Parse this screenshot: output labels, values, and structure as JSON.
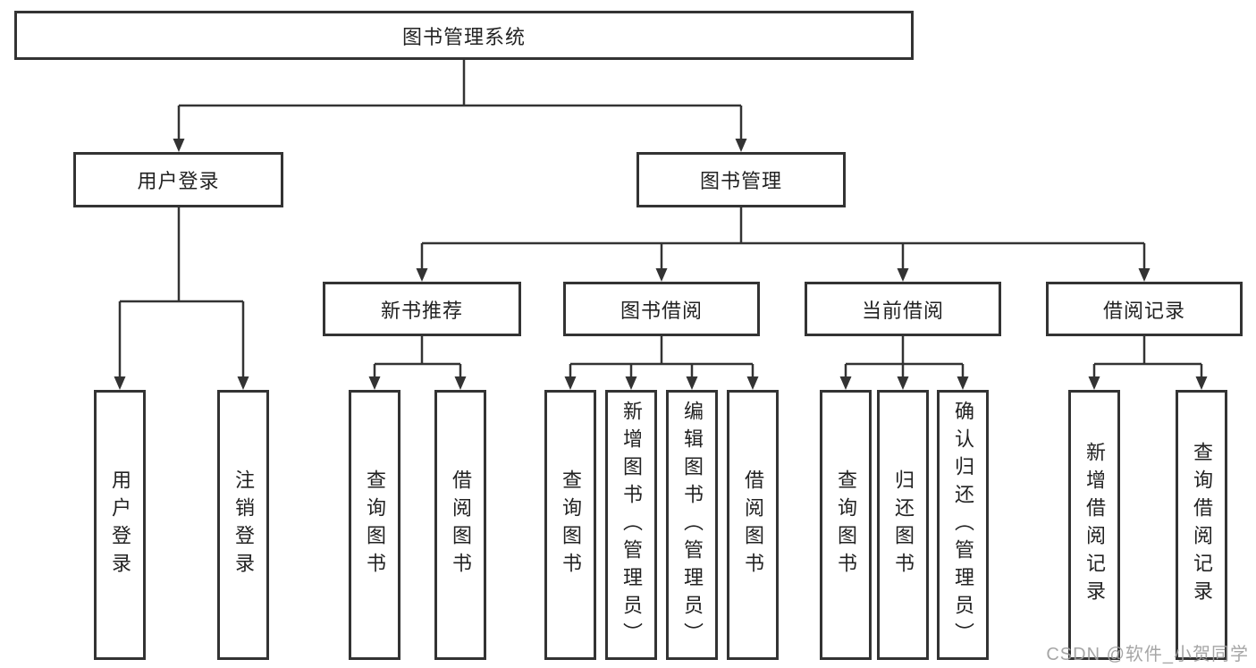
{
  "diagram": {
    "root": {
      "label": "图书管理系统"
    },
    "branches": [
      {
        "label": "用户登录",
        "children": [
          "用户登录",
          "注销登录"
        ]
      },
      {
        "label": "图书管理",
        "groups": [
          {
            "label": "新书推荐",
            "children": [
              "查询图书",
              "借阅图书"
            ]
          },
          {
            "label": "图书借阅",
            "children": [
              "查询图书",
              "新增图书（管理员）",
              "编辑图书（管理员）",
              "借阅图书"
            ]
          },
          {
            "label": "当前借阅",
            "children": [
              "查询图书",
              "归还图书",
              "确认归还（管理员）"
            ]
          },
          {
            "label": "借阅记录",
            "children": [
              "新增借阅记录",
              "查询借阅记录"
            ]
          }
        ]
      }
    ]
  },
  "watermark": {
    "text": "CSDN @软件_小贺同学"
  },
  "colors": {
    "line": "#333333",
    "border": "#333333",
    "text": "#222222",
    "background": "#ffffff",
    "watermark": "#9e9e9e"
  }
}
